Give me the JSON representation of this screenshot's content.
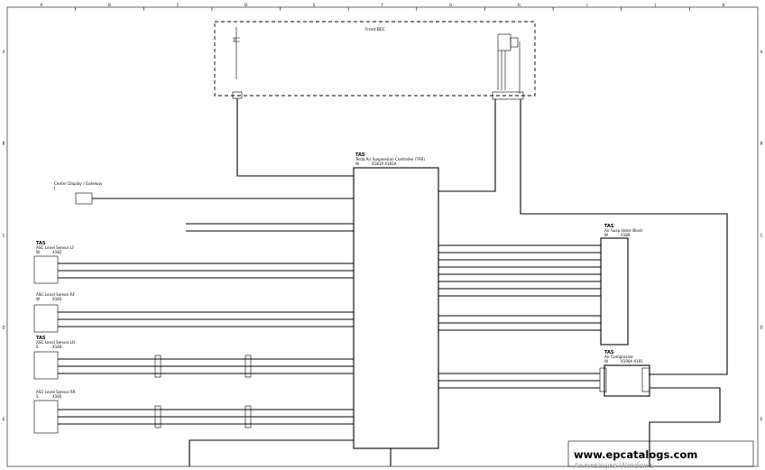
{
  "border": {
    "columns": [
      "A",
      "B",
      "C",
      "D",
      "E",
      "F",
      "G",
      "H",
      "I",
      "J",
      "K"
    ],
    "rows": [
      "A",
      "B",
      "C",
      "D",
      "E"
    ]
  },
  "front_bec": {
    "title": "Front BEC"
  },
  "tas": {
    "tag": "TAS",
    "title": "Tesla Air Suspension Controller (TAS)",
    "variant": "W",
    "connectors": "X181A X181A"
  },
  "center_display": {
    "title": "Center Display / Gateway",
    "variant": "J"
  },
  "sensor_lf": {
    "tag": "TAS",
    "title": "ASC Level Sensor LF",
    "variant": "W",
    "connector": "X182"
  },
  "sensor_rf": {
    "title": "ASC Level Sensor RF",
    "variant": "W",
    "connector": "X183"
  },
  "sensor_lr": {
    "tag": "TAS",
    "title": "ASC Level Sensor LR",
    "variant": "S",
    "connector": "X184"
  },
  "sensor_rr": {
    "title": "ASC Level Sensor RR",
    "variant": "S",
    "connector": "X185"
  },
  "valve_block": {
    "tag": "TAS",
    "title": "Air Susp Valve Block",
    "variant": "W",
    "connector": "X189"
  },
  "compressor": {
    "tag": "TAS",
    "title": "Air Compressor",
    "variant": "W",
    "connector": "X190A X191"
  },
  "watermark": {
    "primary": "www.epcatalogs.com",
    "secondary": "Активация Windows"
  }
}
